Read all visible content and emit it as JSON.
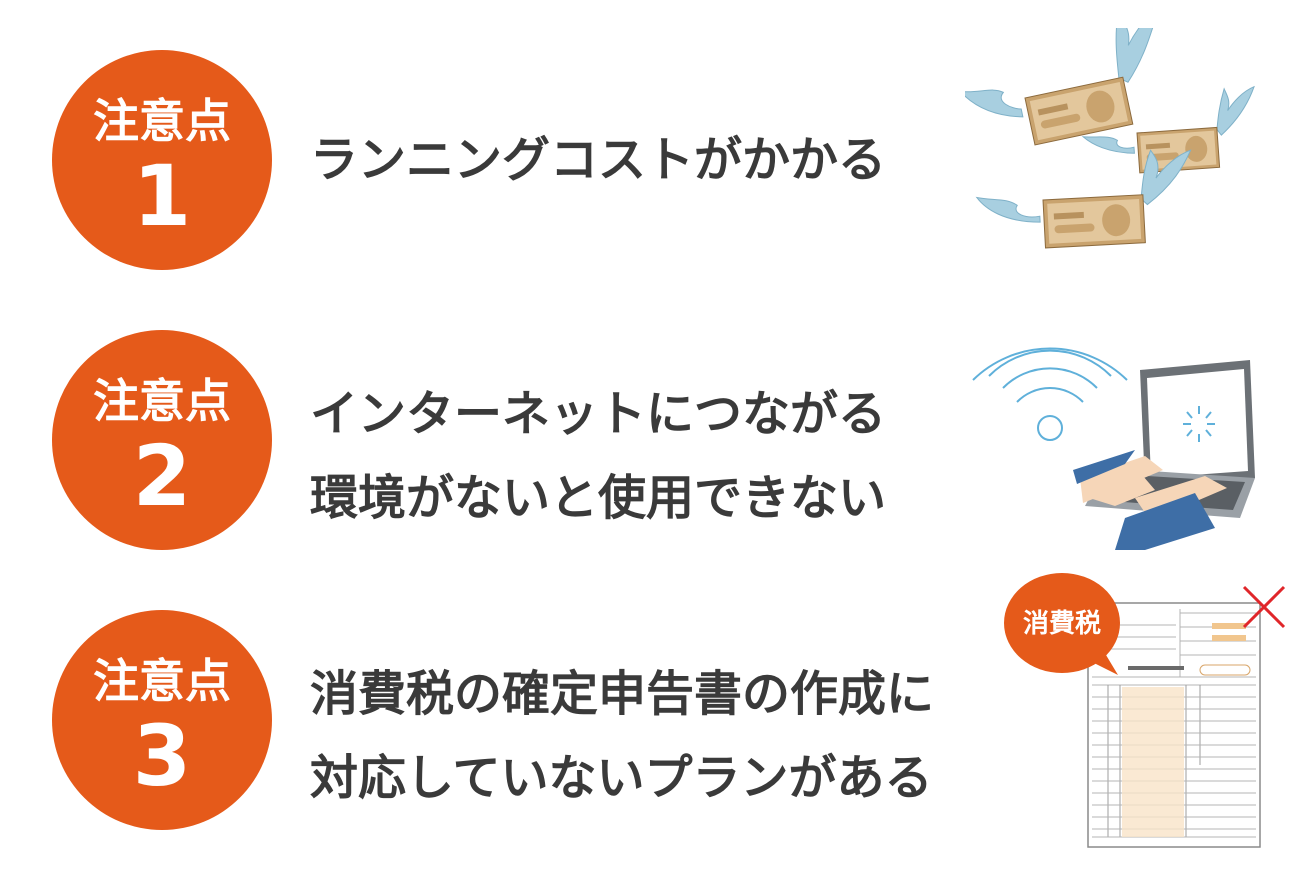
{
  "items": [
    {
      "label": "注意点",
      "number": "1",
      "lines": [
        "ランニングコストがかかる"
      ]
    },
    {
      "label": "注意点",
      "number": "2",
      "lines": [
        "インターネットにつながる",
        "環境がないと使用できない"
      ]
    },
    {
      "label": "注意点",
      "number": "3",
      "lines": [
        "消費税の確定申告書の作成に",
        "対応していないプランがある"
      ]
    }
  ],
  "tax_bubble": "消費税",
  "colors": {
    "accent": "#e55a1a",
    "text": "#3a3a3a",
    "wing": "#a8cfe0",
    "bill": "#d9b98c",
    "wifi": "#5fb0da",
    "cross": "#e0262a"
  }
}
